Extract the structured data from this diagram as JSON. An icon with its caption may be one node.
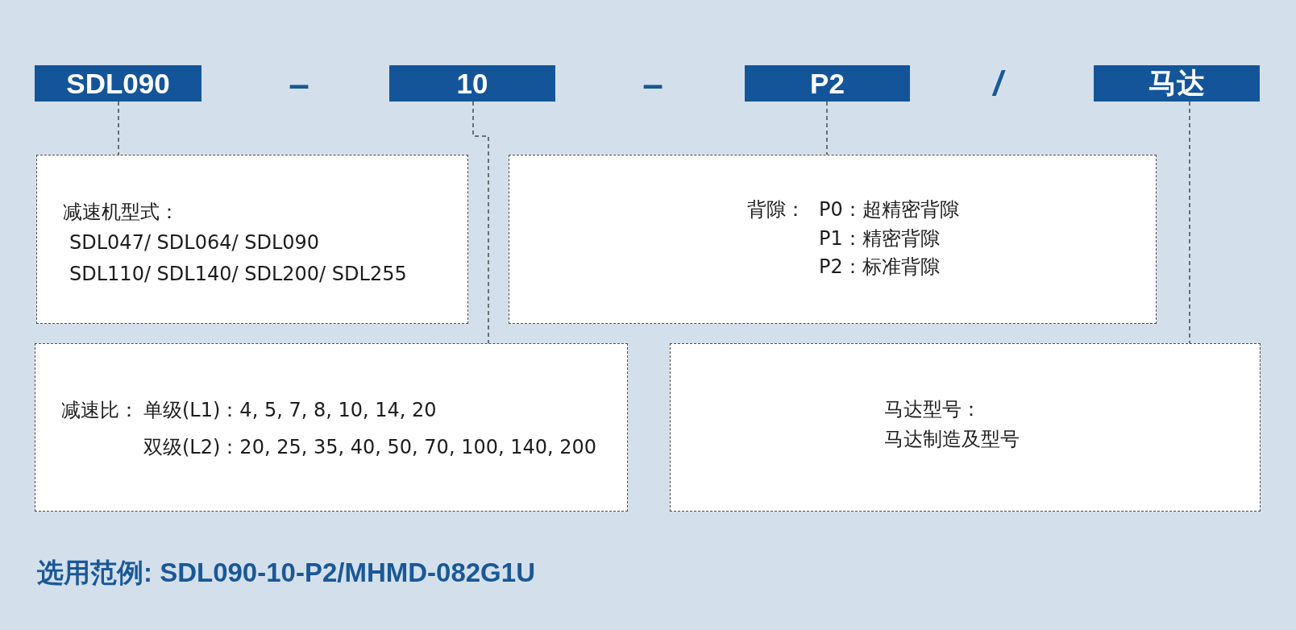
{
  "diagram": {
    "nodes": [
      {
        "text": [
          "SDL090"
        ]
      },
      {
        "text": [
          "10"
        ]
      },
      {
        "text": [
          "P2"
        ]
      },
      {
        "text": [
          "马达"
        ]
      },
      {
        "text": [
          "减速机型式：",
          "SDL047/ SDL064/ SDL090",
          "SDL110/ SDL140/ SDL200/ SDL255"
        ]
      },
      {
        "text": [
          "背隙：",
          "P0：超精密背隙",
          "P1：精密背隙",
          "P2：标准背隙"
        ]
      },
      {
        "text": [
          "减速比：",
          "单级(L1)：4, 5, 7, 8, 10, 14, 20",
          "双级(L2)：20, 25, 35, 40, 50, 70, 100, 140, 200"
        ]
      },
      {
        "text": [
          "马达型号：",
          "马达制造及型号"
        ]
      }
    ],
    "edges": [
      {
        "from": 0,
        "to": 4,
        "arrow": "none",
        "style": "dashed"
      },
      {
        "from": 1,
        "to": 6,
        "arrow": "none",
        "style": "dashed"
      },
      {
        "from": 2,
        "to": 5,
        "arrow": "none",
        "style": "dashed"
      },
      {
        "from": 3,
        "to": 7,
        "arrow": "none",
        "style": "dashed"
      }
    ],
    "labels": [
      "–",
      "–",
      "/",
      "选用范例: SDL090-10-P2/MHMD-082G1U"
    ]
  }
}
